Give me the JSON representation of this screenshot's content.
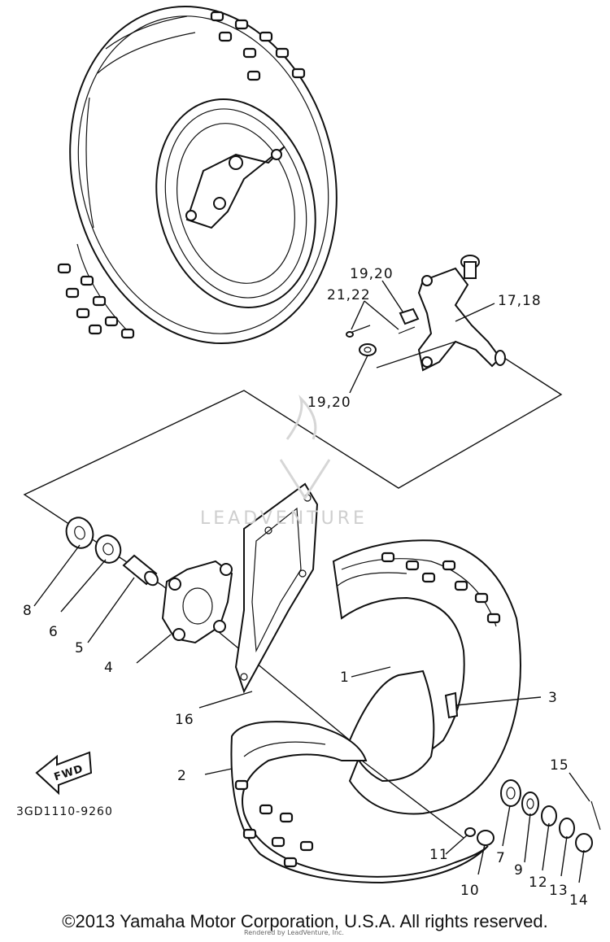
{
  "watermark": "LEADVENTURE",
  "fwd_label": "FWD",
  "diagram_code": "3GD1110-9260",
  "callouts": {
    "c1": "1",
    "c2": "2",
    "c3": "3",
    "c4": "4",
    "c5": "5",
    "c6": "6",
    "c7": "7",
    "c8": "8",
    "c9": "9",
    "c10": "10",
    "c11": "11",
    "c12": "12",
    "c13": "13",
    "c14": "14",
    "c15": "15",
    "c16": "16",
    "c17_18": "17,18",
    "c19_20_top": "19,20",
    "c19_20_bottom": "19,20",
    "c21_22": "21,22"
  },
  "copyright": "©2013 Yamaha Motor Corporation, U.S.A. All rights reserved.",
  "rendered_by": "Rendered by LeadVenture, Inc."
}
